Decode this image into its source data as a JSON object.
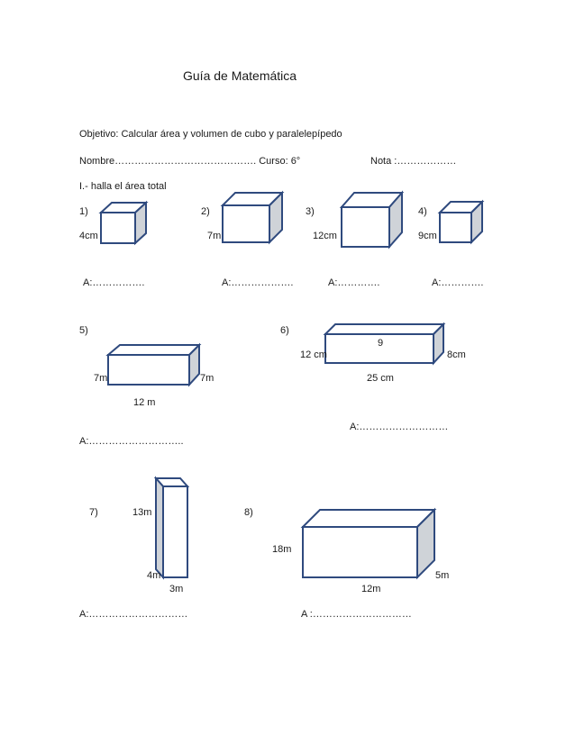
{
  "header": {
    "title": "Guía de Matemática",
    "objective": "Objetivo: Calcular área y volumen de cubo y paralelepípedo",
    "name_line": "Nombre……………………………………. Curso: 6°",
    "grade_line": "Nota :………………"
  },
  "section": {
    "heading": "I.- halla el área total"
  },
  "exercises": {
    "e1": {
      "number": "1)",
      "label_a": "4cm",
      "answer": "A:……………."
    },
    "e2": {
      "number": "2)",
      "label_a": "7m",
      "answer": "A:………………."
    },
    "e3": {
      "number": "3)",
      "label_a": "12cm",
      "answer": "A:…………."
    },
    "e4": {
      "number": "4)",
      "label_a": "9cm",
      "answer": "A:…………."
    },
    "e5": {
      "number": "5)",
      "label_a": "7m",
      "label_b": "7m",
      "label_c": "12 m",
      "answer": "A:……………………….."
    },
    "e6": {
      "number": "6)",
      "label_a": "9",
      "label_b": "12 cm",
      "label_c": "8cm",
      "label_d": "25 cm",
      "answer": "A:………………………"
    },
    "e7": {
      "number": "7)",
      "label_a": "13m",
      "label_b": "4m",
      "label_c": "3m",
      "answer": "A:…………………………"
    },
    "e8": {
      "number": "8)",
      "label_a": "18m",
      "label_b": "5m",
      "label_c": "12m",
      "answer": "A :…………………………"
    }
  },
  "colors": {
    "outline": "#2f4a7e",
    "side_fill": "#cfd3d8",
    "text": "#1a1a1a"
  }
}
